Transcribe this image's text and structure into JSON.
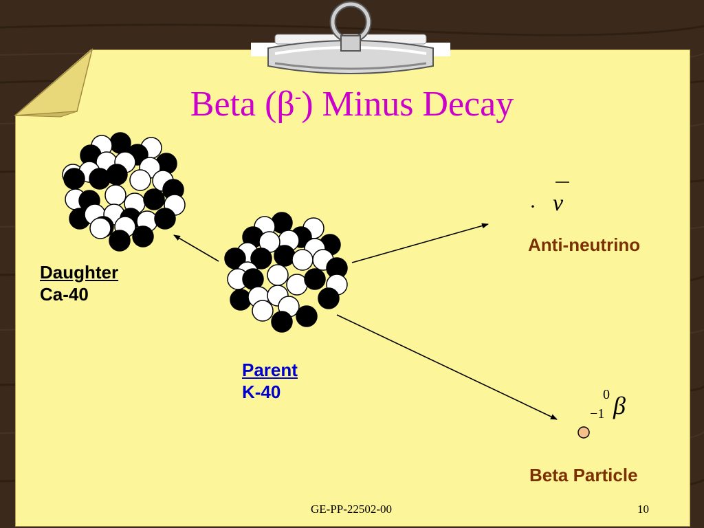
{
  "slide": {
    "title_main": "Beta (β",
    "title_sup": "-",
    "title_rest": ") Minus Decay",
    "footer": "GE-PP-22502-00",
    "page_number": "10"
  },
  "labels": {
    "daughter_heading": "Daughter",
    "daughter_isotope": "Ca-40",
    "parent_heading": "Parent",
    "parent_isotope": "K-40",
    "antineutrino": "Anti-neutrino",
    "beta_particle": "Beta Particle"
  },
  "symbols": {
    "nu": "ν",
    "nu_dot": "·",
    "beta": "β",
    "beta_mass": "0",
    "beta_charge": "−1"
  },
  "colors": {
    "title": "#cc00cc",
    "parent_label": "#0000cc",
    "product_labels": "#7a3000",
    "paper": "#fdf59a",
    "beta_dot": "#f5c08a"
  }
}
